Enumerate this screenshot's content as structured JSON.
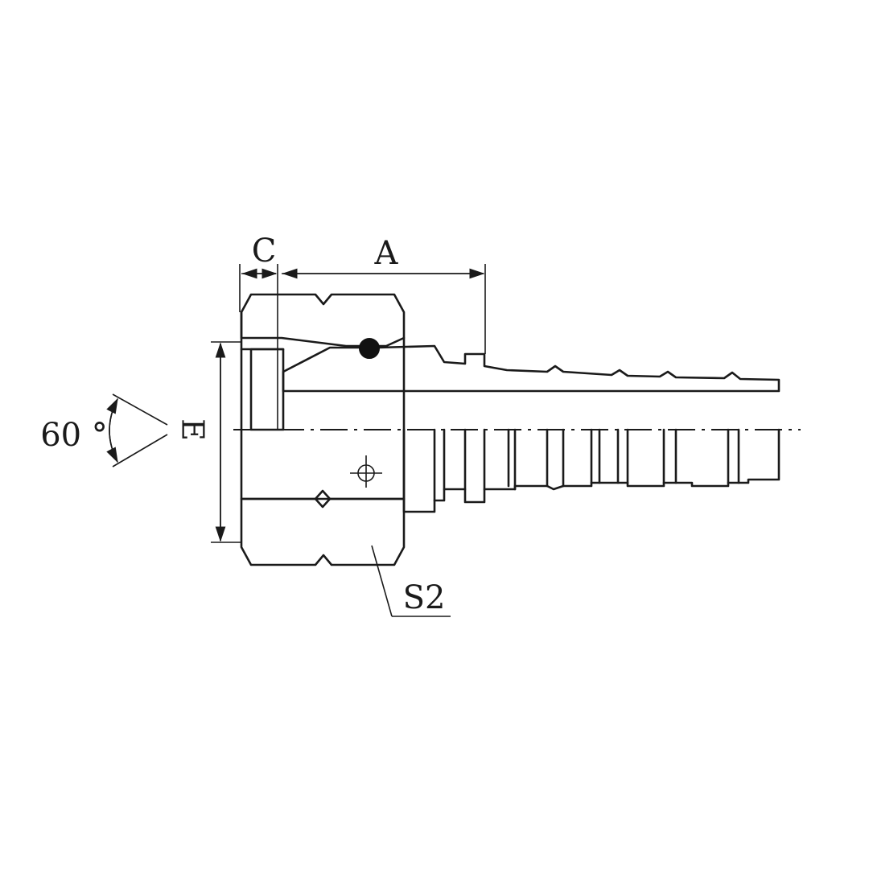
{
  "labels": {
    "c": "C",
    "a": "A",
    "e": "E",
    "angle": "60 °",
    "s2": "S2"
  },
  "colors": {
    "line": "#1a1a1a",
    "background": "#ffffff"
  }
}
